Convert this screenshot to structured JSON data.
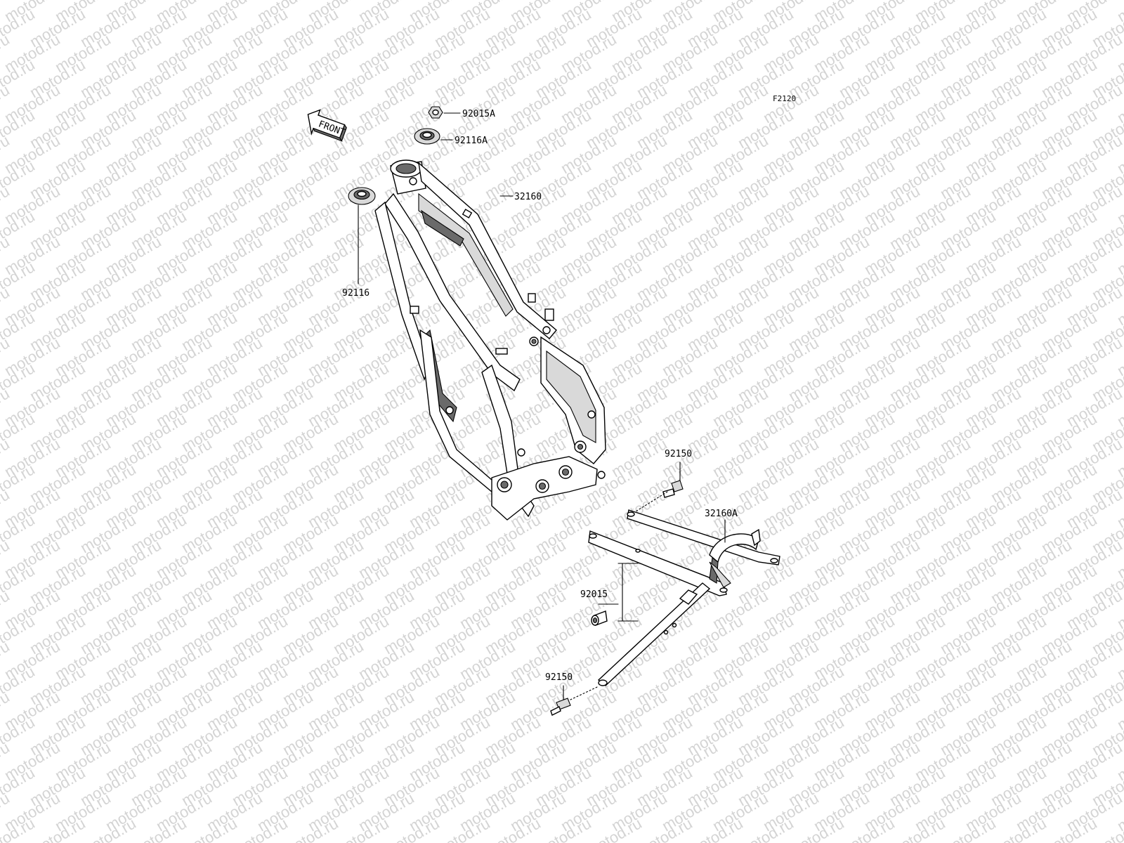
{
  "figure_code": "F2120",
  "watermark_text": "motod.ru",
  "front_arrow_label": "FRONT",
  "parts": [
    {
      "id": "p-92015A",
      "number": "92015A"
    },
    {
      "id": "p-92116A",
      "number": "92116A"
    },
    {
      "id": "p-32160",
      "number": "32160"
    },
    {
      "id": "p-92116",
      "number": "92116"
    },
    {
      "id": "p-92150-top",
      "number": "92150"
    },
    {
      "id": "p-32160A",
      "number": "32160A"
    },
    {
      "id": "p-92015",
      "number": "92015"
    },
    {
      "id": "p-92150-bottom",
      "number": "92150"
    }
  ]
}
